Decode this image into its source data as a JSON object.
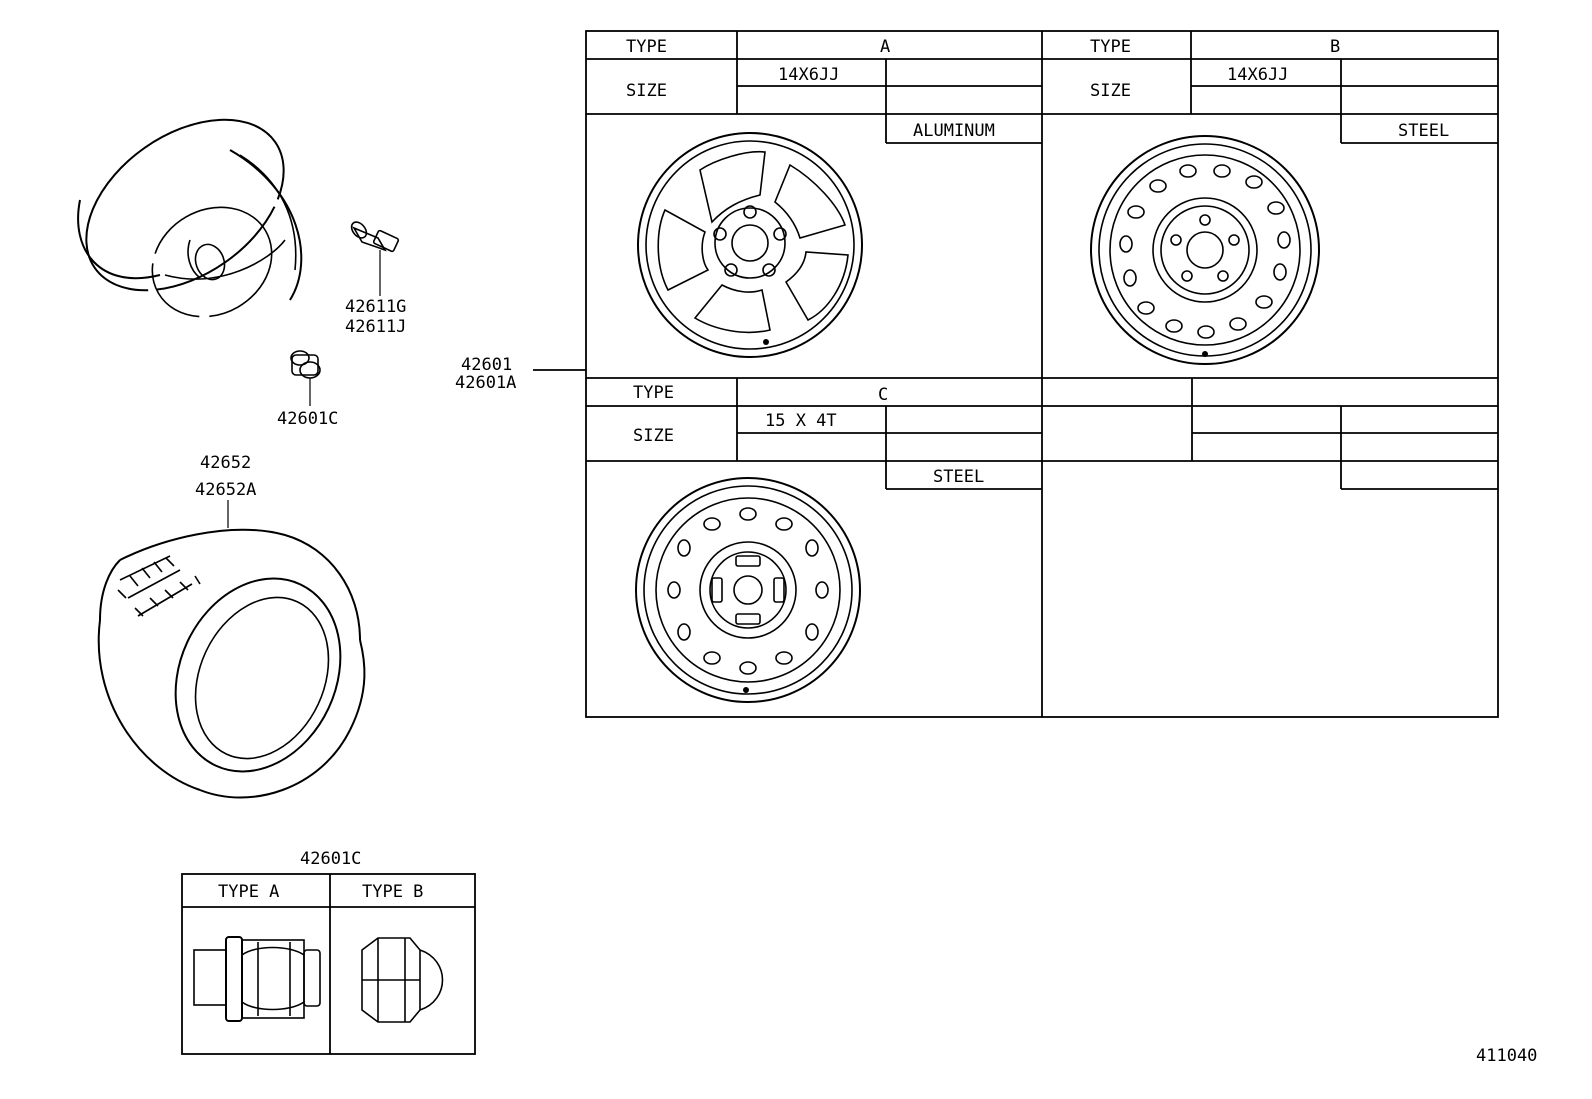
{
  "callouts": {
    "valve_1": "42611G",
    "valve_2": "42611J",
    "weight": "42601C",
    "tire_1": "42652",
    "tire_2": "42652A",
    "wheel_1": "42601",
    "wheel_2": "42601A",
    "nut_table": "42601C"
  },
  "wheel_table": {
    "type_label": "TYPE",
    "size_label": "SIZE",
    "cells": [
      {
        "type": "A",
        "size": "14X6JJ",
        "material": "ALUMINUM"
      },
      {
        "type": "B",
        "size": "14X6JJ",
        "material": "STEEL"
      },
      {
        "type": "C",
        "size": "15 X 4T",
        "material": "STEEL"
      }
    ]
  },
  "nut_table": {
    "type_a": "TYPE A",
    "type_b": "TYPE B"
  },
  "diagram_id": "411040"
}
